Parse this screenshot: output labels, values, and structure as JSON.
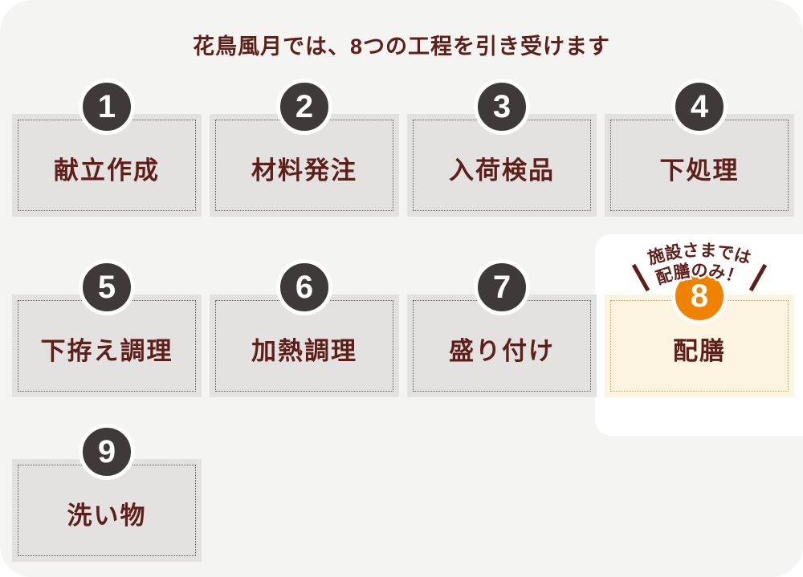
{
  "page": {
    "title": "花鳥風月では、8つの工程を引き受けます",
    "colors": {
      "background": "#f4f4f2",
      "outer": "#ffffff",
      "maroon": "#5e1f19",
      "card_bg": "#e4e2e1",
      "card_border": "#5a5a5a",
      "circle_dark": "#3e3a39",
      "accent_orange": "#ef8200",
      "highlight_card_bg": "#fdf4e2",
      "highlight_border": "#dd9f3e",
      "highlight_panel": "#ffffff"
    }
  },
  "steps": [
    {
      "number": "1",
      "label": "献立作成"
    },
    {
      "number": "2",
      "label": "材料発注"
    },
    {
      "number": "3",
      "label": "入荷検品"
    },
    {
      "number": "4",
      "label": "下処理"
    },
    {
      "number": "5",
      "label": "下拵え調理"
    },
    {
      "number": "6",
      "label": "加熱調理"
    },
    {
      "number": "7",
      "label": "盛り付け"
    },
    {
      "number": "8",
      "label": "配膳",
      "highlighted": true
    },
    {
      "number": "9",
      "label": "洗い物"
    }
  ],
  "badge": {
    "line1": "施設さまでは",
    "line2": "配膳のみ！"
  }
}
